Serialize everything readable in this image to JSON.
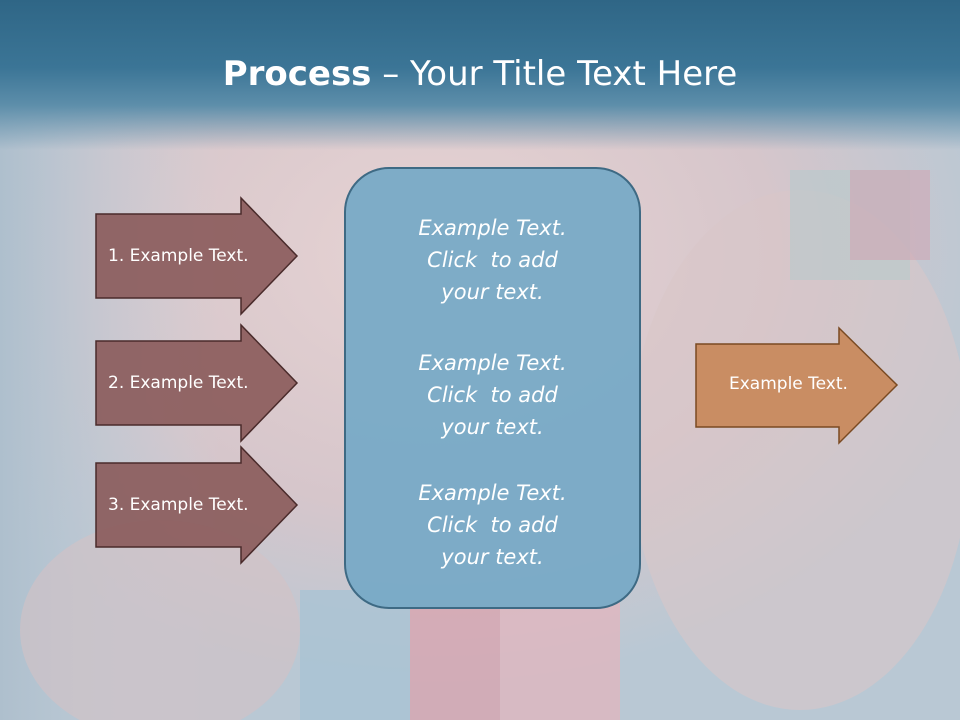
{
  "title": {
    "bold": "Process",
    "rest": " – Your Title Text Here"
  },
  "left_arrows": [
    {
      "label": "1. Example Text."
    },
    {
      "label": "2. Example Text."
    },
    {
      "label": "3. Example Text."
    }
  ],
  "center_box": {
    "blocks": [
      {
        "lines": [
          "Example Text.",
          "Click  to add",
          "your text."
        ]
      },
      {
        "lines": [
          "Example Text.",
          "Click  to add",
          "your text."
        ]
      },
      {
        "lines": [
          "Example Text.",
          "Click  to add",
          "your text."
        ]
      }
    ]
  },
  "right_arrow": {
    "label": "Example Text."
  },
  "colors": {
    "title_bar": "#3b7596",
    "left_arrow_fill": "#8a5a5a",
    "left_arrow_border": "#4a2b2b",
    "center_box_fill": "#78aac6",
    "center_box_border": "#3e6a84",
    "right_arrow_fill": "#c8885a",
    "right_arrow_border": "#7a4a22"
  }
}
